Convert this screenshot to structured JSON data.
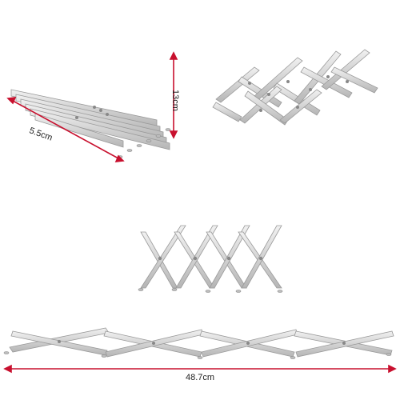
{
  "dimensions": {
    "height_label": "13cm",
    "depth_label": "5.5cm",
    "length_label": "48.7cm"
  },
  "colors": {
    "background": "#ffffff",
    "steel": "#c8c8c8",
    "steel_dark": "#9a9a9a",
    "steel_light": "#efefef",
    "measure_line": "#c8102e"
  },
  "views": [
    "collapsed-rack",
    "half-open-rack",
    "closed-rack-front",
    "fully-extended-rack"
  ]
}
